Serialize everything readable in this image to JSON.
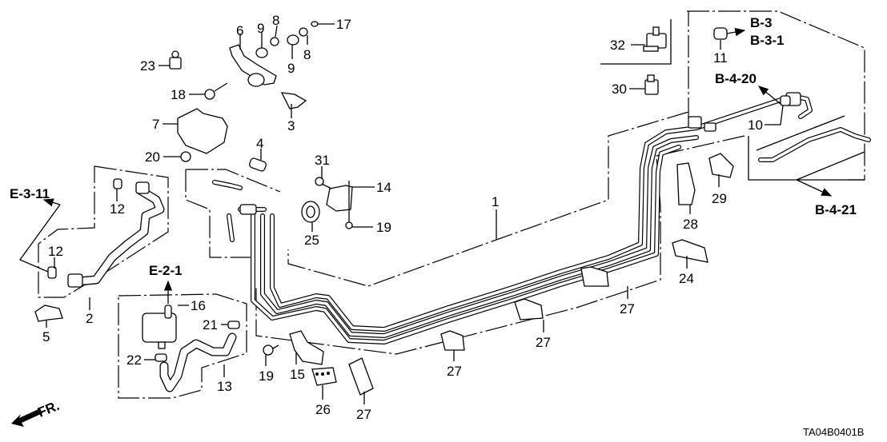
{
  "diagram": {
    "title_code": "TA04B0401B",
    "front_indicator": "FR.",
    "callouts": [
      {
        "id": "c1",
        "text": "1"
      },
      {
        "id": "c2",
        "text": "2"
      },
      {
        "id": "c3",
        "text": "3"
      },
      {
        "id": "c4",
        "text": "4"
      },
      {
        "id": "c5",
        "text": "5"
      },
      {
        "id": "c6",
        "text": "6"
      },
      {
        "id": "c7",
        "text": "7"
      },
      {
        "id": "c8a",
        "text": "8"
      },
      {
        "id": "c8b",
        "text": "8"
      },
      {
        "id": "c9a",
        "text": "9"
      },
      {
        "id": "c9b",
        "text": "9"
      },
      {
        "id": "c10",
        "text": "10"
      },
      {
        "id": "c11",
        "text": "11"
      },
      {
        "id": "c12a",
        "text": "12"
      },
      {
        "id": "c12b",
        "text": "12"
      },
      {
        "id": "c13",
        "text": "13"
      },
      {
        "id": "c14",
        "text": "14"
      },
      {
        "id": "c15",
        "text": "15"
      },
      {
        "id": "c16",
        "text": "16"
      },
      {
        "id": "c17",
        "text": "17"
      },
      {
        "id": "c18",
        "text": "18"
      },
      {
        "id": "c19a",
        "text": "19"
      },
      {
        "id": "c19b",
        "text": "19"
      },
      {
        "id": "c20",
        "text": "20"
      },
      {
        "id": "c21",
        "text": "21"
      },
      {
        "id": "c22",
        "text": "22"
      },
      {
        "id": "c23",
        "text": "23"
      },
      {
        "id": "c24",
        "text": "24"
      },
      {
        "id": "c25",
        "text": "25"
      },
      {
        "id": "c26",
        "text": "26"
      },
      {
        "id": "c27a",
        "text": "27"
      },
      {
        "id": "c27b",
        "text": "27"
      },
      {
        "id": "c27c",
        "text": "27"
      },
      {
        "id": "c27d",
        "text": "27"
      },
      {
        "id": "c28",
        "text": "28"
      },
      {
        "id": "c29",
        "text": "29"
      },
      {
        "id": "c30",
        "text": "30"
      },
      {
        "id": "c31",
        "text": "31"
      },
      {
        "id": "c32",
        "text": "32"
      }
    ],
    "section_refs": {
      "b3": "B-3",
      "b31": "B-3-1",
      "b420": "B-4-20",
      "b421": "B-4-21",
      "e311": "E-3-11",
      "e21": "E-2-1"
    }
  }
}
